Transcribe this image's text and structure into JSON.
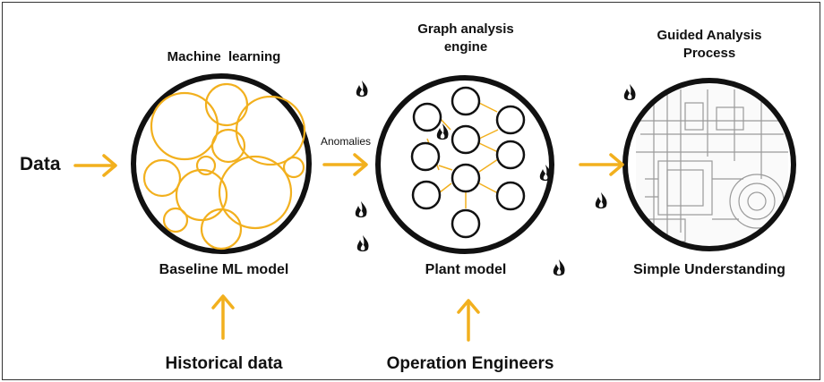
{
  "labels": {
    "data": "Data",
    "machine_learning": "Machine  learning",
    "baseline_ml_model": "Baseline ML model",
    "historical_data": "Historical data",
    "anomalies": "Anomalies",
    "graph_engine_line1": "Graph analysis",
    "graph_engine_line2": "engine",
    "plant_model": "Plant model",
    "operation_engineers": "Operation Engineers",
    "guided_line1": "Guided Analysis",
    "guided_line2": "Process",
    "simple_understanding": "Simple Understanding"
  },
  "colors": {
    "accent": "#f2b01e",
    "outline": "#111111",
    "sketch": "#9a9a9a"
  },
  "icons": [
    "arrow-right-icon",
    "arrow-up-icon",
    "flame-icon"
  ]
}
